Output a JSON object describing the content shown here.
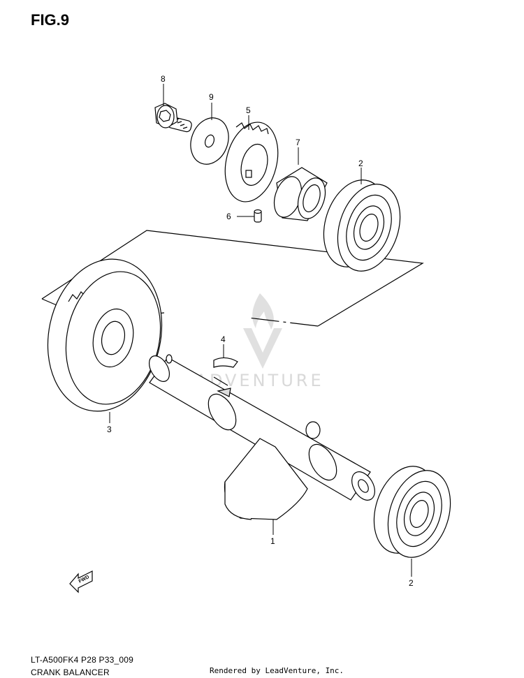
{
  "figure": {
    "title": "FIG.9",
    "model_code": "LT-A500FK4 P28 P33_009",
    "section_name": "CRANK BALANCER",
    "render_credit": "Rendered by LeadVenture, Inc."
  },
  "watermark": {
    "text": "LEADVENTURE",
    "color": "#d9d9d9"
  },
  "fwd_label": "FWD",
  "callouts": [
    {
      "id": "8",
      "label": "8"
    },
    {
      "id": "9",
      "label": "9"
    },
    {
      "id": "5",
      "label": "5"
    },
    {
      "id": "7",
      "label": "7"
    },
    {
      "id": "2a",
      "label": "2"
    },
    {
      "id": "6",
      "label": "6"
    },
    {
      "id": "4",
      "label": "4"
    },
    {
      "id": "3",
      "label": "3"
    },
    {
      "id": "1",
      "label": "1"
    },
    {
      "id": "2b",
      "label": "2"
    }
  ]
}
